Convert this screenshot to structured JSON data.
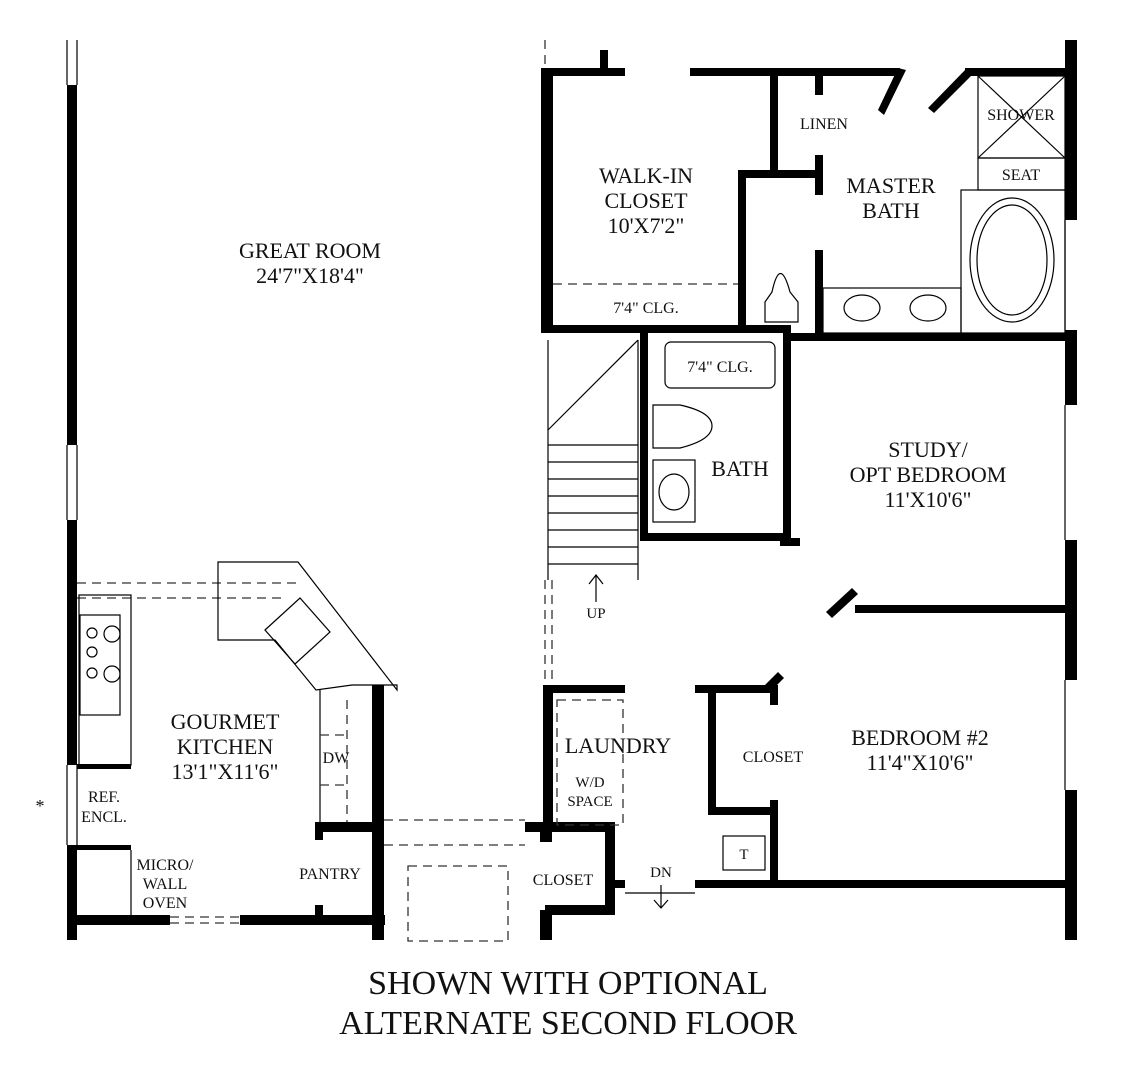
{
  "rooms": {
    "great_room": {
      "name": "GREAT ROOM",
      "size": "24'7\"X18'4\""
    },
    "walk_in_closet": {
      "name1": "WALK-IN",
      "name2": "CLOSET",
      "size": "10'X7'2\"",
      "ceiling": "7'4\" CLG."
    },
    "linen": "LINEN",
    "master_bath": {
      "name1": "MASTER",
      "name2": "BATH"
    },
    "shower": "SHOWER",
    "seat": "SEAT",
    "bath": {
      "name": "BATH",
      "ceiling": "7'4\" CLG."
    },
    "study": {
      "name1": "STUDY/",
      "name2": "OPT BEDROOM",
      "size": "11'X10'6\""
    },
    "stairs_up": "UP",
    "kitchen": {
      "name1": "GOURMET",
      "name2": "KITCHEN",
      "size": "13'1\"X11'6\""
    },
    "dw": "DW",
    "ref": {
      "line1": "REF.",
      "line2": "ENCL."
    },
    "micro": {
      "line1": "MICRO/",
      "line2": "WALL",
      "line3": "OVEN"
    },
    "pantry": "PANTRY",
    "laundry": {
      "name": "LAUNDRY",
      "line1": "W/D",
      "line2": "SPACE"
    },
    "closet_hall": "CLOSET",
    "stairs_down": "DN",
    "bedroom2": {
      "name": "BEDROOM #2",
      "size": "11'4\"X10'6\"",
      "closet": "CLOSET",
      "t": "T"
    }
  },
  "asterisk": "*",
  "caption": {
    "line1": "SHOWN WITH OPTIONAL",
    "line2": "ALTERNATE SECOND FLOOR"
  }
}
